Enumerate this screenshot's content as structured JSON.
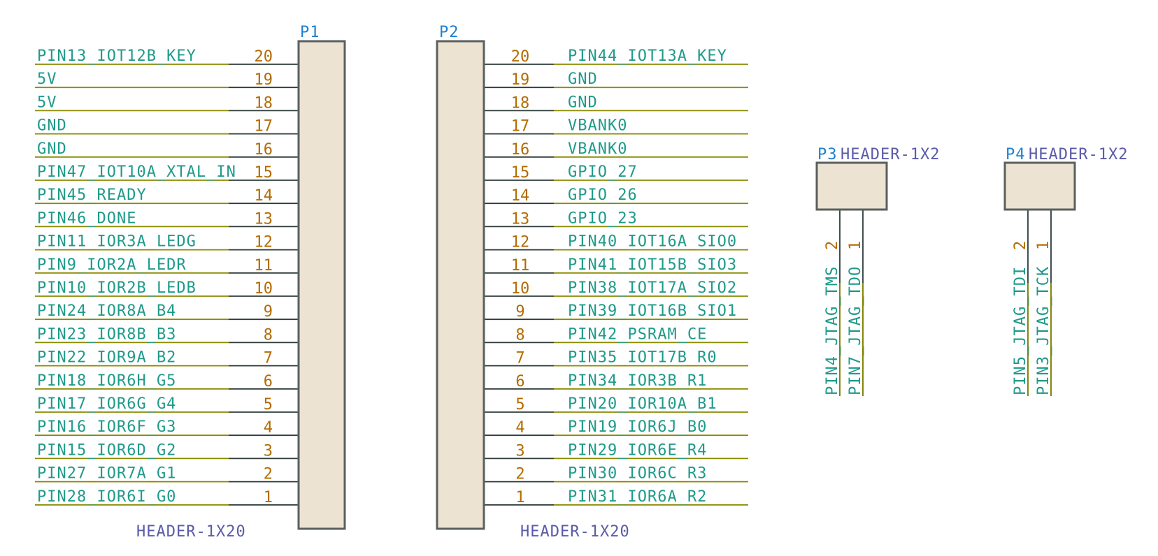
{
  "p1": {
    "ref": "P1",
    "value": "HEADER-1X20",
    "pins": [
      {
        "n": "20",
        "net": "PIN13_IOT12B_KEY"
      },
      {
        "n": "19",
        "net": "5V"
      },
      {
        "n": "18",
        "net": "5V"
      },
      {
        "n": "17",
        "net": "GND"
      },
      {
        "n": "16",
        "net": "GND"
      },
      {
        "n": "15",
        "net": "PIN47_IOT10A_XTAL_IN"
      },
      {
        "n": "14",
        "net": "PIN45_READY"
      },
      {
        "n": "13",
        "net": "PIN46_DONE"
      },
      {
        "n": "12",
        "net": "PIN11_IOR3A_LEDG"
      },
      {
        "n": "11",
        "net": "PIN9_IOR2A_LEDR"
      },
      {
        "n": "10",
        "net": "PIN10_IOR2B_LEDB"
      },
      {
        "n": "9",
        "net": "PIN24_IOR8A_B4"
      },
      {
        "n": "8",
        "net": "PIN23_IOR8B_B3"
      },
      {
        "n": "7",
        "net": "PIN22_IOR9A_B2"
      },
      {
        "n": "6",
        "net": "PIN18_IOR6H_G5"
      },
      {
        "n": "5",
        "net": "PIN17_IOR6G_G4"
      },
      {
        "n": "4",
        "net": "PIN16_IOR6F_G3"
      },
      {
        "n": "3",
        "net": "PIN15_IOR6D_G2"
      },
      {
        "n": "2",
        "net": "PIN27_IOR7A_G1"
      },
      {
        "n": "1",
        "net": "PIN28_IOR6I_G0"
      }
    ]
  },
  "p2": {
    "ref": "P2",
    "value": "HEADER-1X20",
    "pins": [
      {
        "n": "20",
        "net": "PIN44_IOT13A_KEY"
      },
      {
        "n": "19",
        "net": "GND"
      },
      {
        "n": "18",
        "net": "GND"
      },
      {
        "n": "17",
        "net": "VBANK0"
      },
      {
        "n": "16",
        "net": "VBANK0"
      },
      {
        "n": "15",
        "net": "GPIO_27"
      },
      {
        "n": "14",
        "net": "GPIO_26"
      },
      {
        "n": "13",
        "net": "GPIO_23"
      },
      {
        "n": "12",
        "net": "PIN40_IOT16A_SIO0"
      },
      {
        "n": "11",
        "net": "PIN41_IOT15B_SIO3"
      },
      {
        "n": "10",
        "net": "PIN38_IOT17A_SIO2"
      },
      {
        "n": "9",
        "net": "PIN39_IOT16B_SIO1"
      },
      {
        "n": "8",
        "net": "PIN42_PSRAM_CE"
      },
      {
        "n": "7",
        "net": "PIN35_IOT17B_R0"
      },
      {
        "n": "6",
        "net": "PIN34_IOR3B_R1"
      },
      {
        "n": "5",
        "net": "PIN20_IOR10A_B1"
      },
      {
        "n": "4",
        "net": "PIN19_IOR6J_B0"
      },
      {
        "n": "3",
        "net": "PIN29_IOR6E_R4"
      },
      {
        "n": "2",
        "net": "PIN30_IOR6C_R3"
      },
      {
        "n": "1",
        "net": "PIN31_IOR6A_R2"
      }
    ]
  },
  "p3": {
    "ref": "P3",
    "value": "HEADER-1X2",
    "pins": [
      {
        "n": "2",
        "net": "PIN4_JTAG_TMS"
      },
      {
        "n": "1",
        "net": "PIN7_JTAG_TDO"
      }
    ]
  },
  "p4": {
    "ref": "P4",
    "value": "HEADER-1X2",
    "pins": [
      {
        "n": "2",
        "net": "PIN5_JTAG_TDI"
      },
      {
        "n": "1",
        "net": "PIN3_JTAG_TCK"
      }
    ]
  },
  "colors": {
    "net": "#1f9a8a",
    "pin_number": "#b36b00",
    "inner_number": "#c0392b",
    "reference": "#1e7fd0",
    "value": "#5a5aa8",
    "wire": "#8a8a00",
    "body_fill": "#ede3d2",
    "body_stroke": "#5a5f5f"
  }
}
